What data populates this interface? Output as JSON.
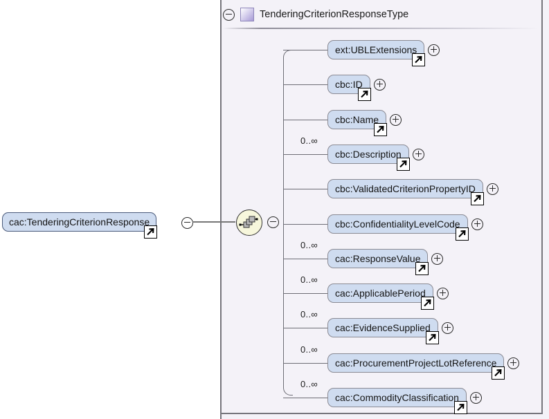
{
  "diagram": {
    "kind": "xsd-schema-diagram",
    "background_color": "#ffffff",
    "panel_background_color": "#f4f2f8",
    "node_fill_color": "#cfdcf0",
    "compositor_fill_color": "#f7f7dc",
    "border_color": "#76757c"
  },
  "type_panel": {
    "collapse_icon": "minus-circle-icon",
    "type_swatch": "complex-type-swatch-icon",
    "title": "TenderingCriterionResponseType"
  },
  "root": {
    "label": "cac:TenderingCriterionResponse",
    "link_icon": "external-link-arrow-icon",
    "collapse_icon": "minus-circle-icon"
  },
  "compositor": {
    "icon": "sequence-compositor-icon",
    "collapse_icon": "minus-circle-icon"
  },
  "children": [
    {
      "label": "ext:UBLExtensions",
      "cardinality": "",
      "expand_icon": "plus-circle-icon",
      "link_icon": "external-link-arrow-icon"
    },
    {
      "label": "cbc:ID",
      "cardinality": "",
      "expand_icon": "plus-circle-icon",
      "link_icon": "external-link-arrow-icon"
    },
    {
      "label": "cbc:Name",
      "cardinality": "",
      "expand_icon": "plus-circle-icon",
      "link_icon": "external-link-arrow-icon"
    },
    {
      "label": "cbc:Description",
      "cardinality": "0..∞",
      "expand_icon": "plus-circle-icon",
      "link_icon": "external-link-arrow-icon"
    },
    {
      "label": "cbc:ValidatedCriterionPropertyID",
      "cardinality": "",
      "expand_icon": "plus-circle-icon",
      "link_icon": "external-link-arrow-icon"
    },
    {
      "label": "cbc:ConfidentialityLevelCode",
      "cardinality": "",
      "expand_icon": "plus-circle-icon",
      "link_icon": "external-link-arrow-icon"
    },
    {
      "label": "cac:ResponseValue",
      "cardinality": "0..∞",
      "expand_icon": "plus-circle-icon",
      "link_icon": "external-link-arrow-icon"
    },
    {
      "label": "cac:ApplicablePeriod",
      "cardinality": "0..∞",
      "expand_icon": "plus-circle-icon",
      "link_icon": "external-link-arrow-icon"
    },
    {
      "label": "cac:EvidenceSupplied",
      "cardinality": "0..∞",
      "expand_icon": "plus-circle-icon",
      "link_icon": "external-link-arrow-icon"
    },
    {
      "label": "cac:ProcurementProjectLotReference",
      "cardinality": "0..∞",
      "expand_icon": "plus-circle-icon",
      "link_icon": "external-link-arrow-icon"
    },
    {
      "label": "cac:CommodityClassification",
      "cardinality": "0..∞",
      "expand_icon": "plus-circle-icon",
      "link_icon": "external-link-arrow-icon"
    }
  ]
}
